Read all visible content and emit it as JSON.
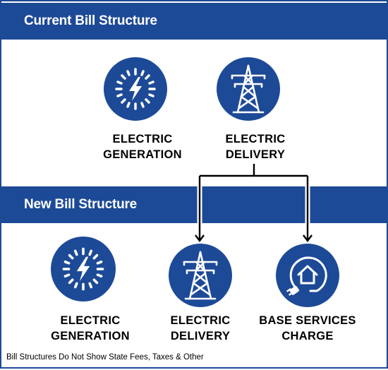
{
  "colors": {
    "brand_blue": "#1d4a97",
    "background": "#ffffff",
    "text": "#000000"
  },
  "current": {
    "title": "Current Bill Structure",
    "items": [
      {
        "icon": "lightning-bolt-icon",
        "line1": "ELECTRIC",
        "line2": "GENERATION"
      },
      {
        "icon": "power-tower-icon",
        "line1": "ELECTRIC",
        "line2": "DELIVERY"
      }
    ]
  },
  "new": {
    "title": "New Bill Structure",
    "items": [
      {
        "icon": "lightning-bolt-icon",
        "line1": "ELECTRIC",
        "line2": "GENERATION"
      },
      {
        "icon": "power-tower-icon",
        "line1": "ELECTRIC",
        "line2": "DELIVERY"
      },
      {
        "icon": "house-plug-icon",
        "line1": "BASE SERVICES",
        "line2": "CHARGE"
      }
    ]
  },
  "footnote": "Bill Structures Do Not Show State Fees, Taxes & Other"
}
